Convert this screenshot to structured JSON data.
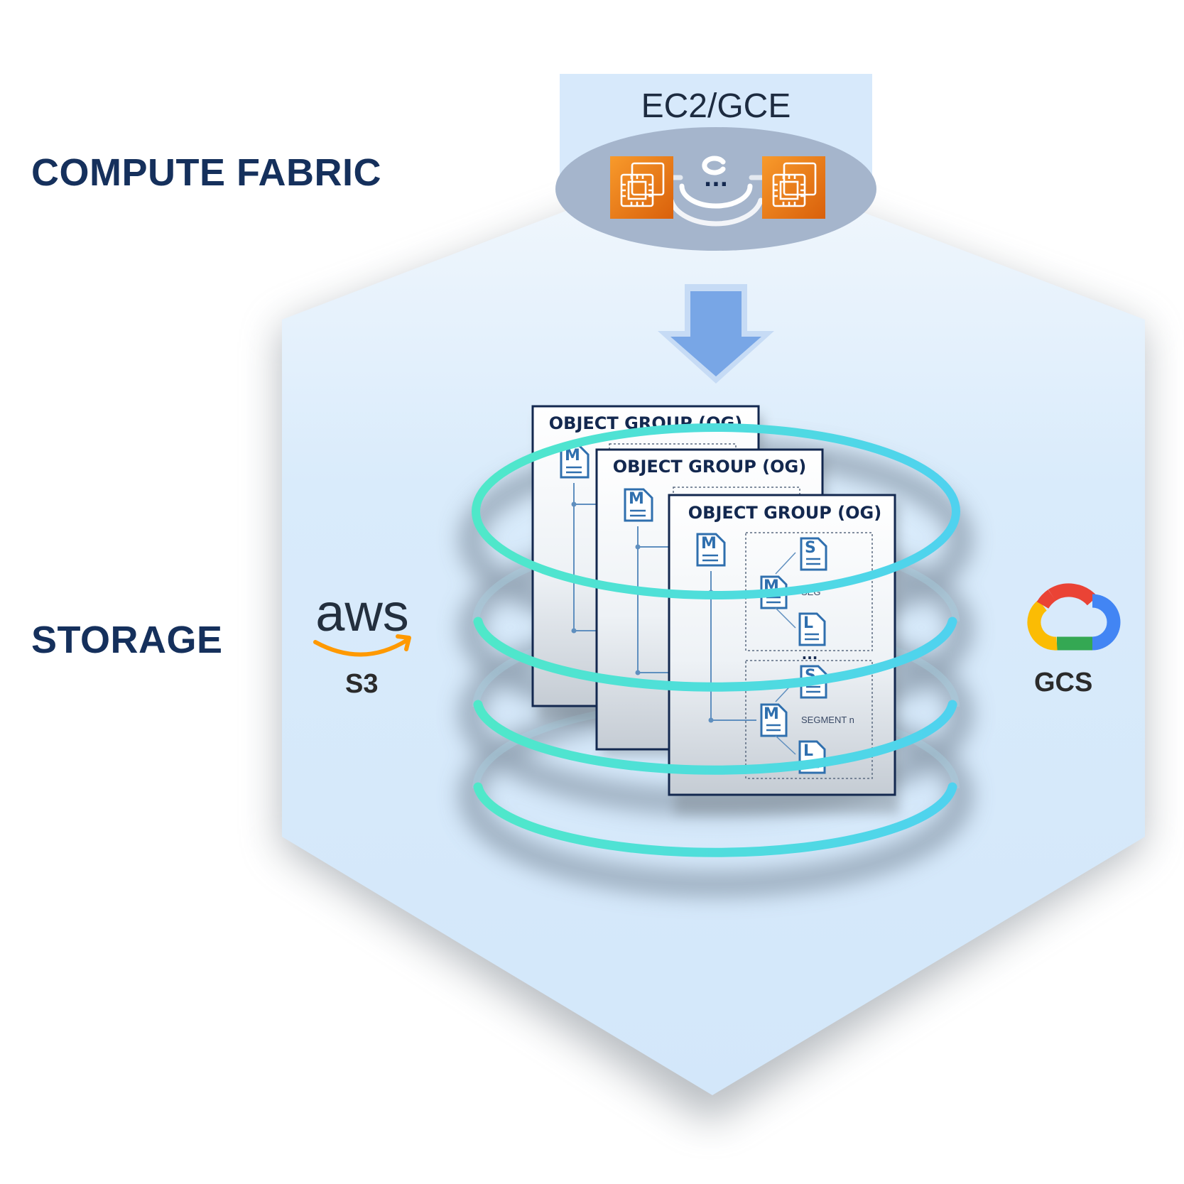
{
  "labels": {
    "compute_fabric": "COMPUTE FABRIC",
    "storage": "STORAGE",
    "compute_service": "EC2/GCE",
    "compute_ellipsis": "...",
    "aws_wordmark": "aws",
    "aws_service": "S3",
    "gcp_service": "GCS"
  },
  "object_groups": [
    {
      "title": "OBJECT GROUP (OG)"
    },
    {
      "title": "OBJECT GROUP (OG)"
    },
    {
      "title": "OBJECT GROUP (OG)"
    }
  ],
  "segments": {
    "first_partial": "SEG",
    "dots": "...",
    "last": "SEGMENT n"
  },
  "doc_letters": {
    "manifest": "M",
    "segment": "S",
    "log": "L"
  },
  "colors": {
    "title_navy": "#15305c",
    "hexagon_fill": "#d8ebfb",
    "ring_teal": "#4fe3c8",
    "ring_cyan": "#4fd3ec",
    "arrow_blue": "#78a6e6",
    "instance_orange": "#e8740f",
    "compute_ellipse": "#a5b5cc",
    "doc_blue": "#2f6fae",
    "aws_orange": "#ff9900",
    "aws_text": "#232f3e"
  },
  "icons": {
    "compute_instance": "ec2-instance-icon",
    "cloud_hub": "cloud-hub-icon",
    "down_arrow": "down-arrow-icon",
    "aws_logo": "aws-logo-icon",
    "gcp_logo": "google-cloud-logo-icon",
    "manifest_doc": "manifest-document-icon",
    "segment_doc": "segment-document-icon",
    "log_doc": "log-document-icon"
  }
}
